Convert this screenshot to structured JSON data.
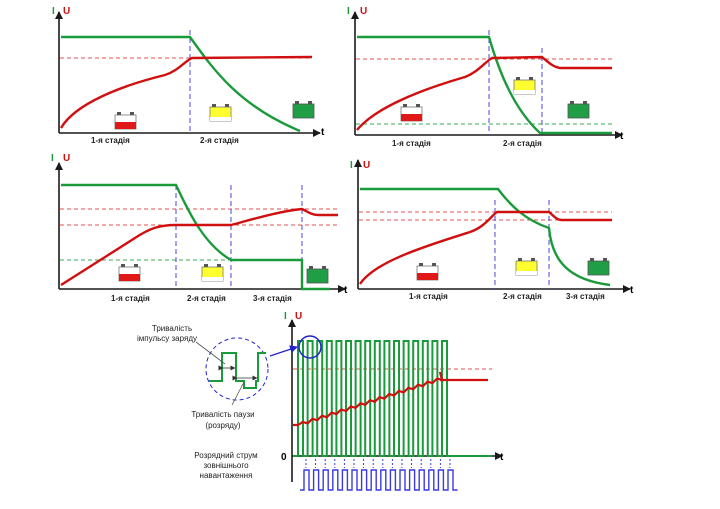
{
  "axis_letters": {
    "current": "I",
    "voltage": "U",
    "time": "t",
    "zero": "0"
  },
  "colors": {
    "current": "#1a9a3a",
    "voltage": "#d01010",
    "stage_divider": "#4a4adc",
    "axis": "#1a1a1a",
    "discharge": "#3a3ae0",
    "battery_low": "#e01818",
    "battery_mid": "#ffff30",
    "battery_full": "#1f9e45"
  },
  "icons": {
    "battery": "battery-icon",
    "arrow": "arrow-icon",
    "magnifier": "circle-callout"
  },
  "panels": [
    {
      "id": "panel-1",
      "stages": [
        "1-я стадія",
        "2-я стадія"
      ]
    },
    {
      "id": "panel-2",
      "stages": [
        "1-я стадія",
        "2-я стадія"
      ]
    },
    {
      "id": "panel-3",
      "stages": [
        "1-я стадія",
        "2-я стадія",
        "3-я стадія"
      ]
    },
    {
      "id": "panel-4",
      "stages": [
        "1-я стадія",
        "2-я стадія",
        "3-я стадія"
      ]
    }
  ],
  "pulse_panel": {
    "annotations": {
      "pulse_duration": [
        "Тривалість",
        "імпульсу заряду"
      ],
      "pause_duration": [
        "Тривалість паузи",
        "(розряду)"
      ],
      "discharge_current": [
        "Розрядний струм",
        "зовнішнього",
        "навантаження"
      ]
    }
  }
}
